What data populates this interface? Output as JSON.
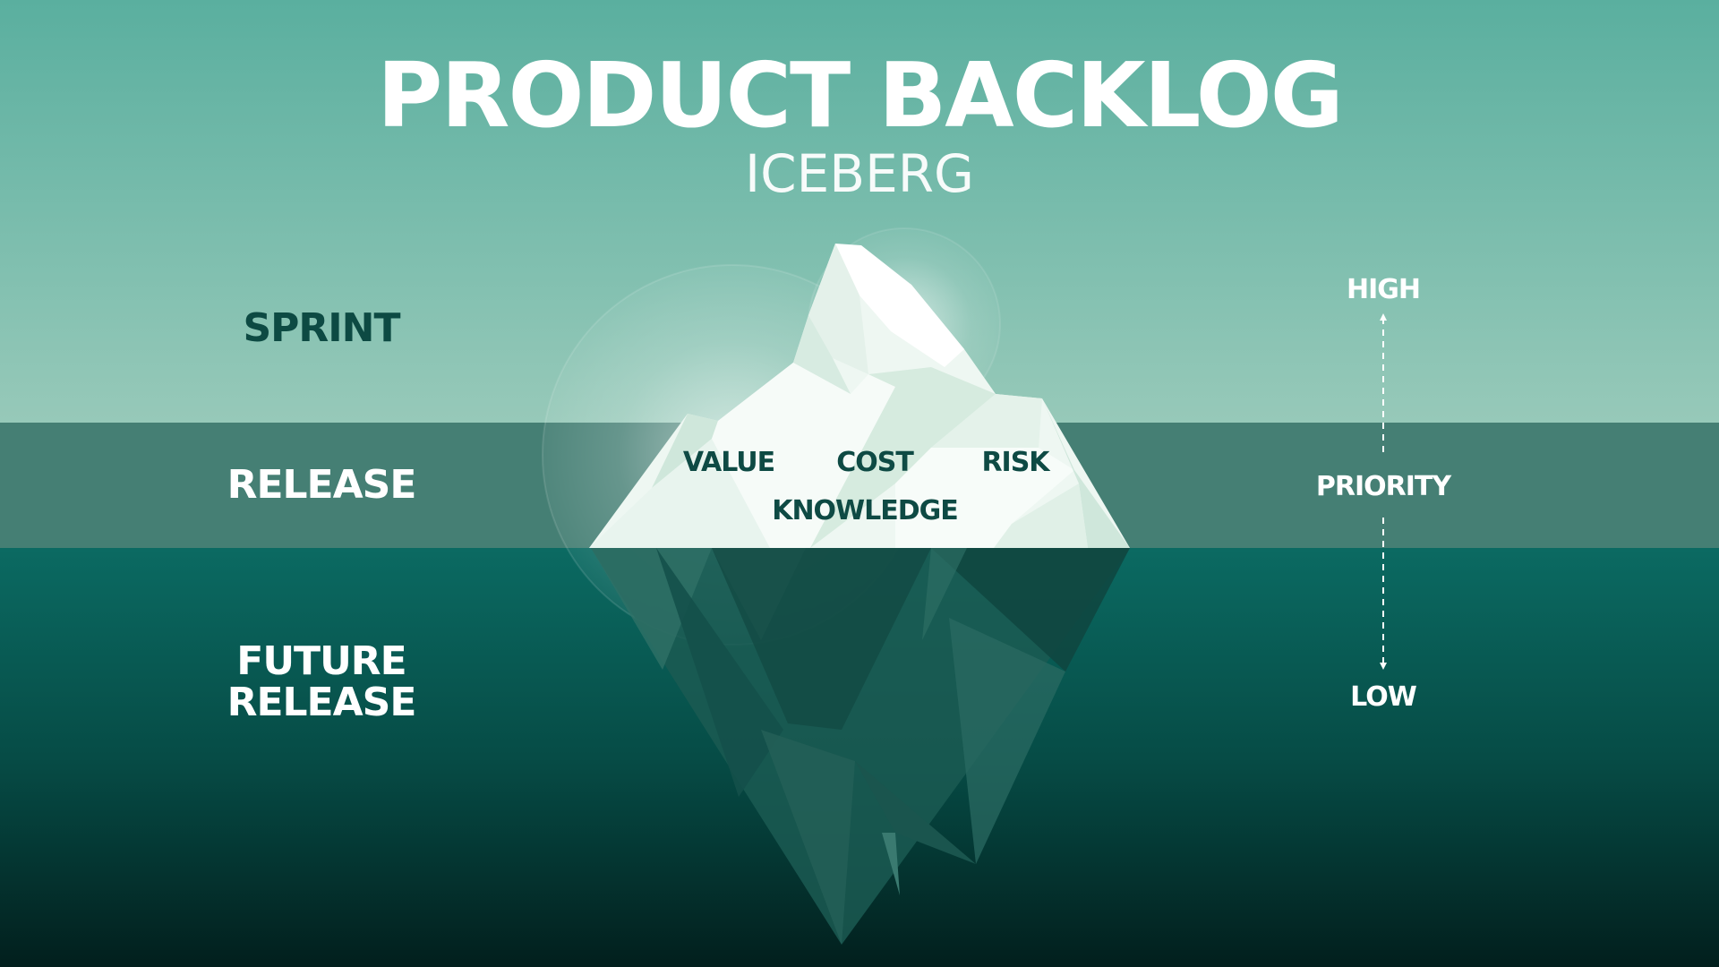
{
  "title": "PRODUCT BACKLOG",
  "subtitle": "ICEBERG",
  "levels": {
    "sprint": "SPRINT",
    "release": "RELEASE",
    "future_line1": "FUTURE",
    "future_line2": "RELEASE"
  },
  "iceberg_labels": {
    "value": "VALUE",
    "cost": "COST",
    "risk": "RISK",
    "knowledge": "KNOWLEDGE"
  },
  "priority": {
    "high": "HIGH",
    "label": "PRIORITY",
    "low": "LOW"
  },
  "colors": {
    "sky_top": "#5aaf9f",
    "sky_bottom": "#97c9b9",
    "water_band": "#457f74",
    "deep_top": "#0b6a62",
    "deep_bottom": "#021f1d",
    "dark_label": "#0d4a43",
    "text_white": "#ffffff"
  }
}
